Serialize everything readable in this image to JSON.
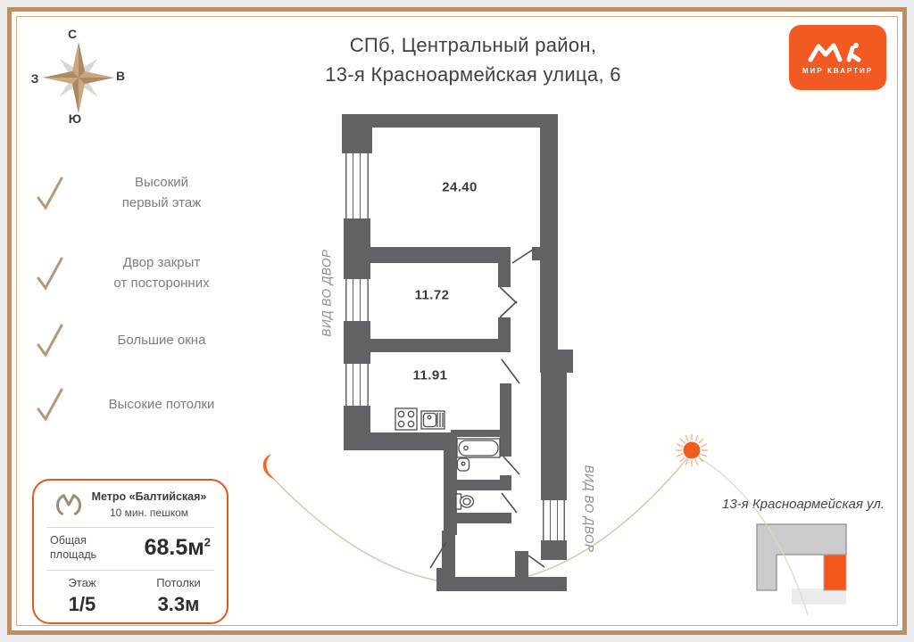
{
  "header": {
    "title_line1": "СПб, Центральный район,",
    "title_line2": "13-я Красноармейская улица, 6"
  },
  "logo": {
    "brand": "МИР КВАРТИР"
  },
  "compass": {
    "north": "С",
    "east": "В",
    "south": "Ю",
    "west": "З"
  },
  "checklist": {
    "items": [
      {
        "line1": "Высокий",
        "line2": "первый этаж"
      },
      {
        "line1": "Двор закрыт",
        "line2": "от посторонних"
      },
      {
        "line1": "Большие окна",
        "line2": ""
      },
      {
        "line1": "Высокие потолки",
        "line2": ""
      }
    ]
  },
  "floor_plan": {
    "rooms": [
      {
        "area": "24.40"
      },
      {
        "area": "11.72"
      },
      {
        "area": "11.91"
      }
    ],
    "view_label_left": "ВИД ВО ДВОР",
    "view_label_right": "ВИД ВО ДВОР"
  },
  "info_card": {
    "metro_name": "Метро «Балтийская»",
    "metro_walk": "10 мин. пешком",
    "area_label_line1": "Общая",
    "area_label_line2": "площадь",
    "area_value": "68.5м",
    "area_sup": "2",
    "floor_label": "Этаж",
    "floor_value": "1/5",
    "ceiling_label": "Потолки",
    "ceiling_value": "3.3м"
  },
  "location": {
    "street": "13-я Красноармейская ул."
  },
  "colors": {
    "accent_orange": "#f15a22",
    "wall_gray": "#626267",
    "frame_tan": "#bb9164",
    "check_tan": "#b5997a"
  }
}
